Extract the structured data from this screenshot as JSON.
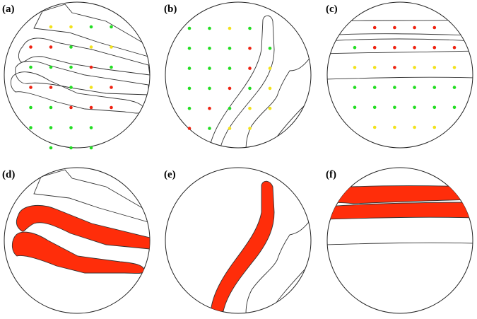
{
  "panels": [
    {
      "id": "a",
      "label": "(a)"
    },
    {
      "id": "b",
      "label": "(b)"
    },
    {
      "id": "c",
      "label": "(c)"
    },
    {
      "id": "d",
      "label": "(d)"
    },
    {
      "id": "e",
      "label": "(e)"
    },
    {
      "id": "f",
      "label": "(f)"
    }
  ],
  "colors": {
    "green": "#22dd22",
    "red": "#ee2211",
    "yellow": "#f2e21b",
    "fill_red": "#ff2d0a"
  },
  "dot_grids": {
    "a": [
      [
        "",
        "",
        "yellow",
        "yellow",
        "green",
        "green"
      ],
      [
        "",
        "red",
        "red",
        "green",
        "yellow",
        "yellow"
      ],
      [
        "",
        "green",
        "green",
        "green",
        "red",
        "green"
      ],
      [
        "",
        "red",
        "red",
        "green",
        "yellow",
        "red"
      ],
      [
        "",
        "green",
        "green",
        "red",
        "red",
        "red"
      ],
      [
        "",
        "green",
        "green",
        "green",
        "green",
        ""
      ],
      [
        "",
        "",
        "green",
        "green",
        "green",
        ""
      ]
    ],
    "b": [
      [
        "green",
        "green",
        "yellow",
        "green",
        ""
      ],
      [
        "green",
        "green",
        "green",
        "red",
        "green"
      ],
      [
        "green",
        "green",
        "green",
        "red",
        "yellow"
      ],
      [
        "green",
        "green",
        "red",
        "green",
        "yellow"
      ],
      [
        "green",
        "red",
        "green",
        "yellow",
        "yellow"
      ],
      [
        "red",
        "green",
        "yellow",
        "yellow",
        ""
      ]
    ],
    "c": [
      [
        "",
        "red",
        "red",
        "red",
        "red",
        ""
      ],
      [
        "green",
        "red",
        "red",
        "red",
        "red",
        "red"
      ],
      [
        "yellow",
        "yellow",
        "red",
        "yellow",
        "yellow",
        "yellow"
      ],
      [
        "green",
        "green",
        "green",
        "green",
        "green",
        "green"
      ],
      [
        "green",
        "green",
        "green",
        "green",
        "green",
        "green"
      ],
      [
        "",
        "yellow",
        "yellow",
        "yellow",
        "yellow",
        ""
      ]
    ]
  }
}
